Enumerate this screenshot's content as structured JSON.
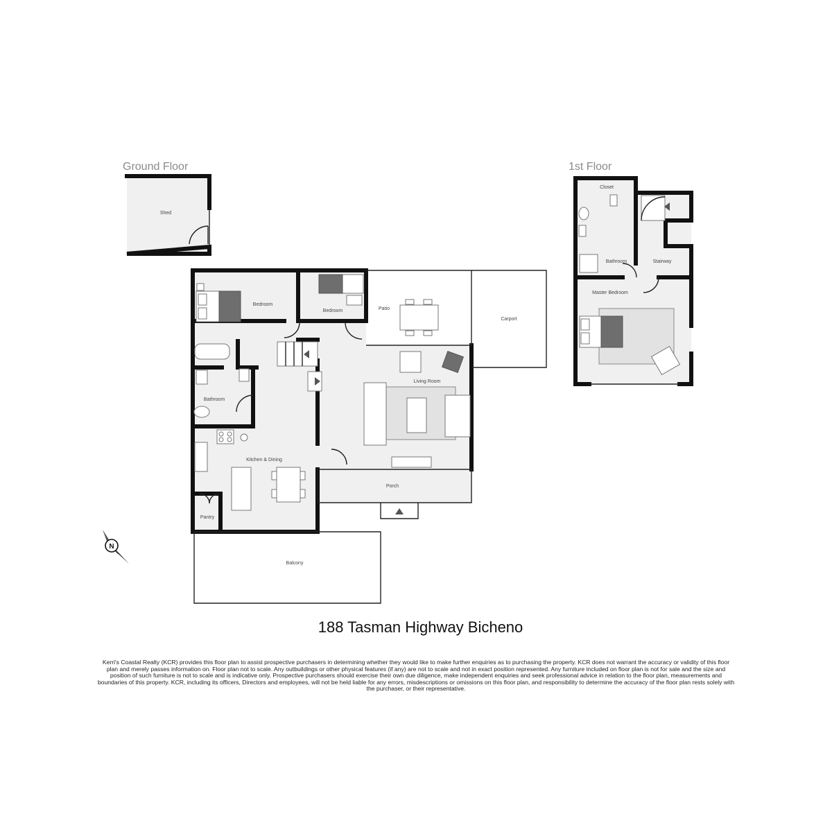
{
  "floors": {
    "ground": "Ground Floor",
    "first": "1st Floor"
  },
  "rooms": {
    "shed": "Shed",
    "bedroom_1": "Bedroom",
    "bedroom_2": "Bedroom",
    "patio": "Patio",
    "carport": "Carport",
    "bathroom_ground": "Bathroom",
    "living_room": "Living Room",
    "kitchen_dining": "Kitchen & Dining",
    "porch": "Porch",
    "pantry": "Pantry",
    "balcony": "Balcony",
    "closet": "Closet",
    "bathroom_first": "Bathroom",
    "stairway": "Stairway",
    "master_bedroom": "Master Bedroom"
  },
  "compass": {
    "label": "N",
    "icon": "compass-icon"
  },
  "title": "188 Tasman Highway Bicheno",
  "disclaimer": "Kerri's Coastal Realty (KCR) provides this floor plan to assist prospective purchasers in determining whether they would like to make further enquiries as to purchasing the property. KCR does not warrant the accuracy or validity of this floor plan and merely passes information on. Floor plan not to scale. Any outbuildings or other physical features (if any) are not to scale and not in exact position represented. Any furniture included on floor plan is not for sale and the size and position of such furniture is not to scale and is indicative only. Prospective purchasers should exercise their own due diligence, make independent enquiries and seek professional advice in relation to the floor plan, measurements and boundaries of this property. KCR, including its officers, Directors and employees, will not be held liable for any errors, misdescriptions or omissions on this floor plan, and responsibility to determine the accuracy of the floor plan rests solely with the purchaser, or their representative.",
  "colors": {
    "wall": "#111111",
    "floor": "#f0f0f0",
    "label": "#8a8a8a"
  }
}
